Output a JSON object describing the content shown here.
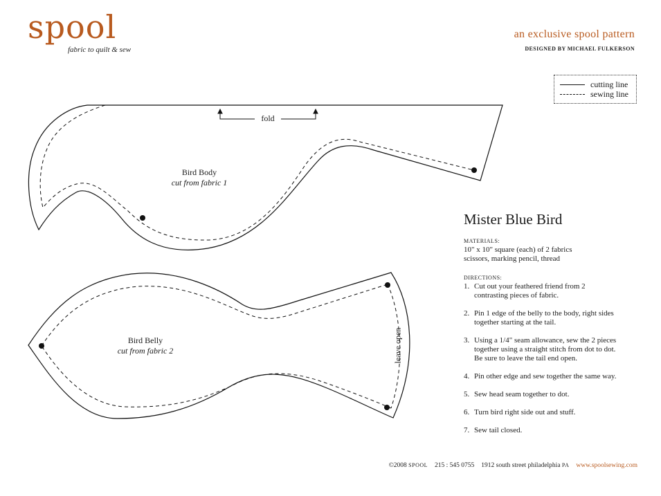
{
  "brand": {
    "logo": "spool",
    "tagline": "fabric to quilt & sew",
    "color": "#b85a1f"
  },
  "header": {
    "exclusive": "an exclusive spool pattern",
    "designer": "DESIGNED BY MICHAEL FULKERSON"
  },
  "legend": {
    "cutting": "cutting line",
    "sewing": "sewing line"
  },
  "pieces": {
    "body": {
      "name": "Bird Body",
      "instruction": "cut from fabric 1",
      "fold": "fold"
    },
    "belly": {
      "name": "Bird Belly",
      "instruction": "cut from fabric 2",
      "opening": "leave open"
    }
  },
  "instructions": {
    "title": "Mister Blue Bird",
    "materials_head": "MATERIALS:",
    "materials": [
      "10\" x 10\" square (each) of 2 fabrics",
      "scissors, marking pencil, thread"
    ],
    "directions_head": "DIRECTIONS:",
    "steps": [
      {
        "n": "1.",
        "lines": [
          "Cut out your feathered friend from 2",
          "contrasting pieces of fabric."
        ]
      },
      {
        "n": "2.",
        "lines": [
          "Pin 1 edge of the belly to the body, right sides",
          "together starting at the tail."
        ]
      },
      {
        "n": "3.",
        "lines": [
          "Using a 1/4\" seam allowance, sew the 2 pieces",
          "together using a straight stitch from dot to dot.",
          "Be sure to leave the tail end open."
        ]
      },
      {
        "n": "4.",
        "lines": [
          "Pin other edge and sew together the same way."
        ]
      },
      {
        "n": "5.",
        "lines": [
          "Sew head seam together to dot."
        ]
      },
      {
        "n": "6.",
        "lines": [
          "Turn bird right side out and stuff."
        ]
      },
      {
        "n": "7.",
        "lines": [
          "Sew tail closed."
        ]
      }
    ]
  },
  "footer": {
    "copyright_year": "©2008",
    "copyright_brand": "SPOOL",
    "phone": "215 : 545 0755",
    "address_street": "1912 south street",
    "address_city": "philadelphia",
    "address_state": "PA",
    "website": "www.spoolsewing.com"
  }
}
